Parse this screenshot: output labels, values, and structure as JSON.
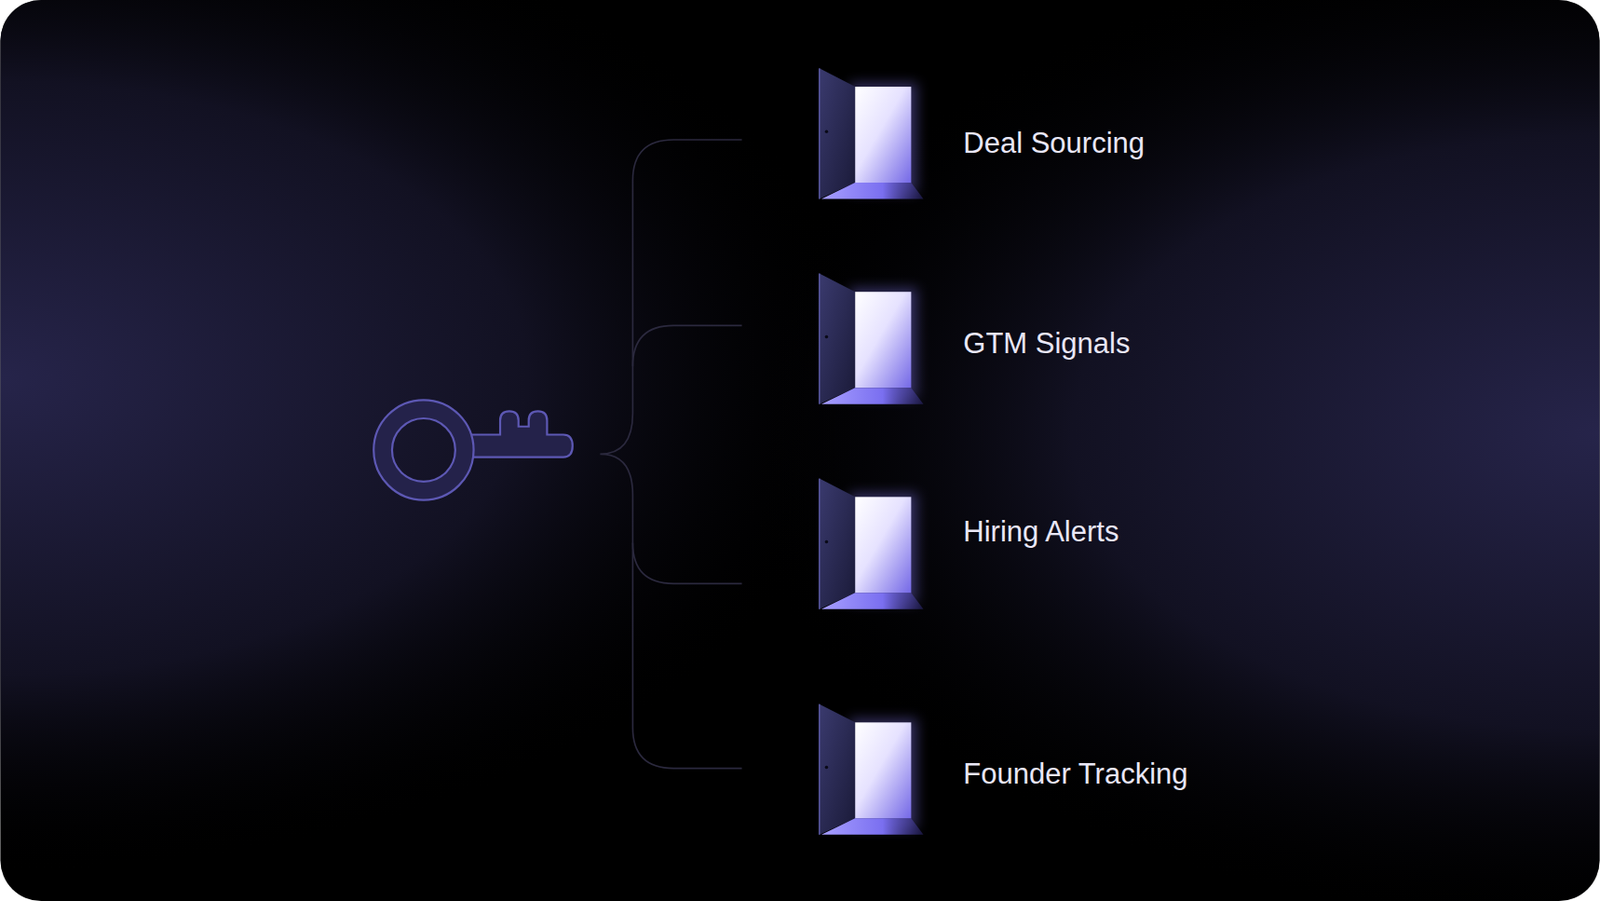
{
  "diagram": {
    "labels": [
      "Deal Sourcing",
      "GTM Signals",
      "Hiring Alerts",
      "Founder Tracking"
    ]
  }
}
